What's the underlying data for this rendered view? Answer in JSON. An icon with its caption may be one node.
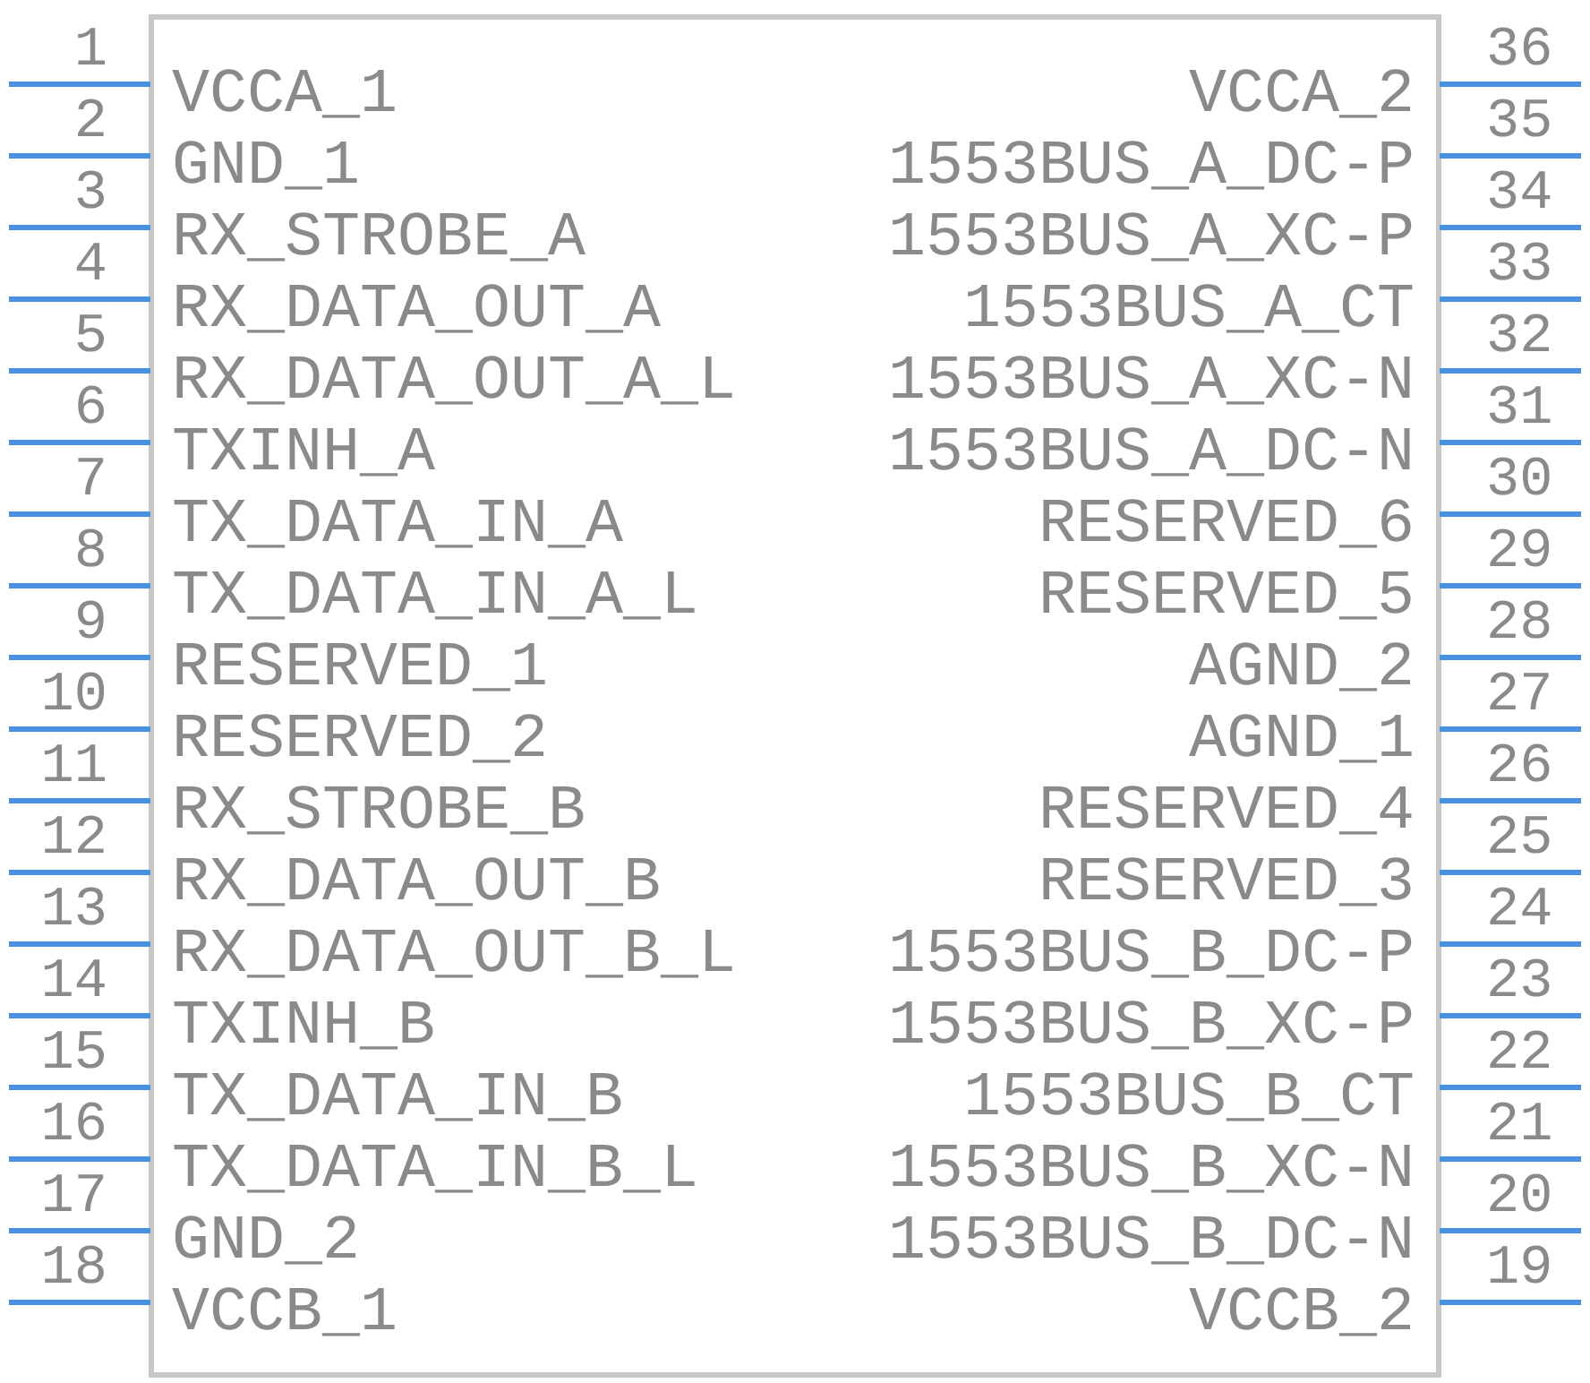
{
  "diagram": {
    "labels": [
      "1",
      "VCCA_1",
      "VCCA_2",
      "36",
      "2",
      "GND_1",
      "1553BUS_A_DC-P",
      "35",
      "3",
      "RX_STROBE_A",
      "1553BUS_A_XC-P",
      "34",
      "4",
      "RX_DATA_OUT_A",
      "1553BUS_A_CT",
      "33",
      "5",
      "RX_DATA_OUT_A_L",
      "1553BUS_A_XC-N",
      "32",
      "6",
      "TXINH_A",
      "1553BUS_A_DC-N",
      "31",
      "7",
      "TX_DATA_IN_A",
      "RESERVED_6",
      "30",
      "8",
      "TX_DATA_IN_A_L",
      "RESERVED_5",
      "29",
      "9",
      "RESERVED_1",
      "AGND_2",
      "28",
      "10",
      "RESERVED_2",
      "AGND_1",
      "27",
      "11",
      "RX_STROBE_B",
      "RESERVED_4",
      "26",
      "12",
      "RX_DATA_OUT_B",
      "RESERVED_3",
      "25",
      "13",
      "RX_DATA_OUT_B_L",
      "1553BUS_B_DC-P",
      "24",
      "14",
      "TXINH_B",
      "1553BUS_B_XC-P",
      "23",
      "15",
      "TX_DATA_IN_B",
      "1553BUS_B_CT",
      "22",
      "16",
      "TX_DATA_IN_B_L",
      "1553BUS_B_XC-N",
      "21",
      "17",
      "GND_2",
      "1553BUS_B_DC-N",
      "20",
      "18",
      "VCCB_1",
      "VCCB_2",
      "19"
    ]
  }
}
